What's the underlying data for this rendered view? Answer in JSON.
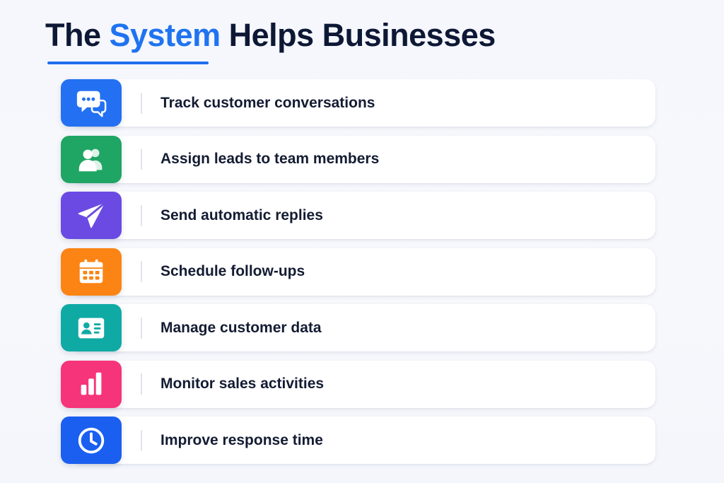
{
  "title": {
    "part1": "The ",
    "accent": "System",
    "part2": " Helps Businesses"
  },
  "items": [
    {
      "label": "Track customer conversations",
      "icon": "chat-bubbles-icon",
      "color": "#2370f2"
    },
    {
      "label": "Assign leads to team members",
      "icon": "team-users-icon",
      "color": "#1fa564"
    },
    {
      "label": "Send automatic replies",
      "icon": "paper-plane-icon",
      "color": "#6a4ae3"
    },
    {
      "label": "Schedule follow-ups",
      "icon": "calendar-icon",
      "color": "#fb8414"
    },
    {
      "label": "Manage customer data",
      "icon": "contact-card-icon",
      "color": "#10aaa5"
    },
    {
      "label": "Monitor sales activities",
      "icon": "bar-chart-icon",
      "color": "#f6347a"
    },
    {
      "label": "Improve response time",
      "icon": "clock-icon",
      "color": "#1a5ff0"
    }
  ]
}
